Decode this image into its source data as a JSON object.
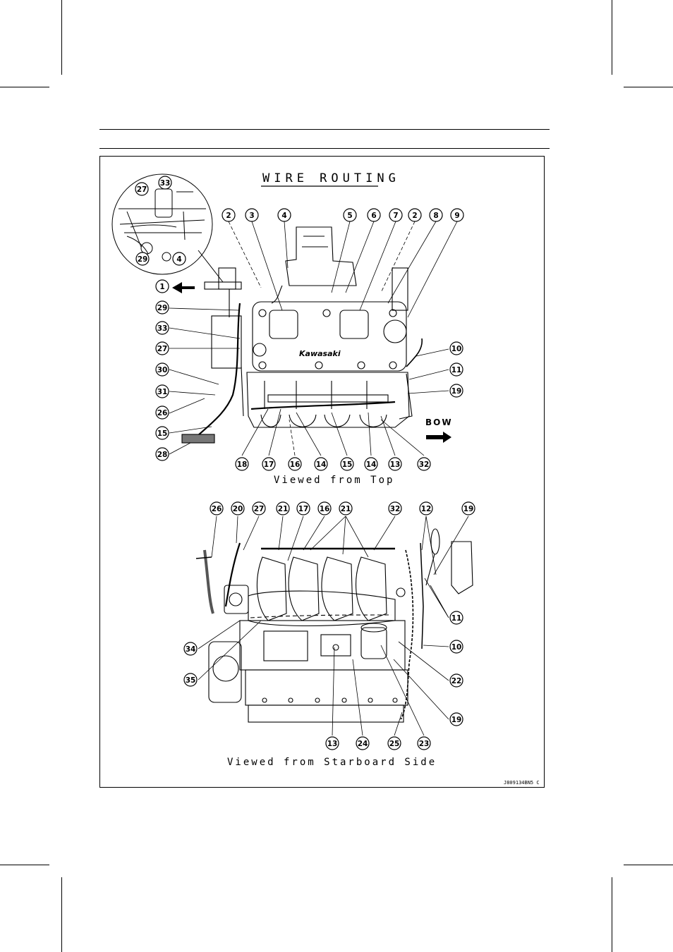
{
  "title": "WIRE ROUTING",
  "views": {
    "top": "Viewed from Top",
    "side": "Viewed from Starboard Side"
  },
  "direction_label": "BOW",
  "brand_text": "Kawasaki",
  "figure_code": "J809134BN5 C",
  "callouts": {
    "top_view": [
      "2",
      "3",
      "4",
      "5",
      "6",
      "7",
      "2",
      "8",
      "9",
      "1",
      "29",
      "33",
      "27",
      "30",
      "31",
      "26",
      "15",
      "28",
      "10",
      "11",
      "19",
      "18",
      "17",
      "16",
      "14",
      "15",
      "14",
      "13",
      "32"
    ],
    "detail_inset": [
      "27",
      "33",
      "29",
      "4"
    ],
    "side_view": [
      "26",
      "20",
      "27",
      "21",
      "17",
      "16",
      "21",
      "32",
      "12",
      "19",
      "11",
      "10",
      "22",
      "19",
      "34",
      "35",
      "13",
      "24",
      "25",
      "23"
    ]
  }
}
